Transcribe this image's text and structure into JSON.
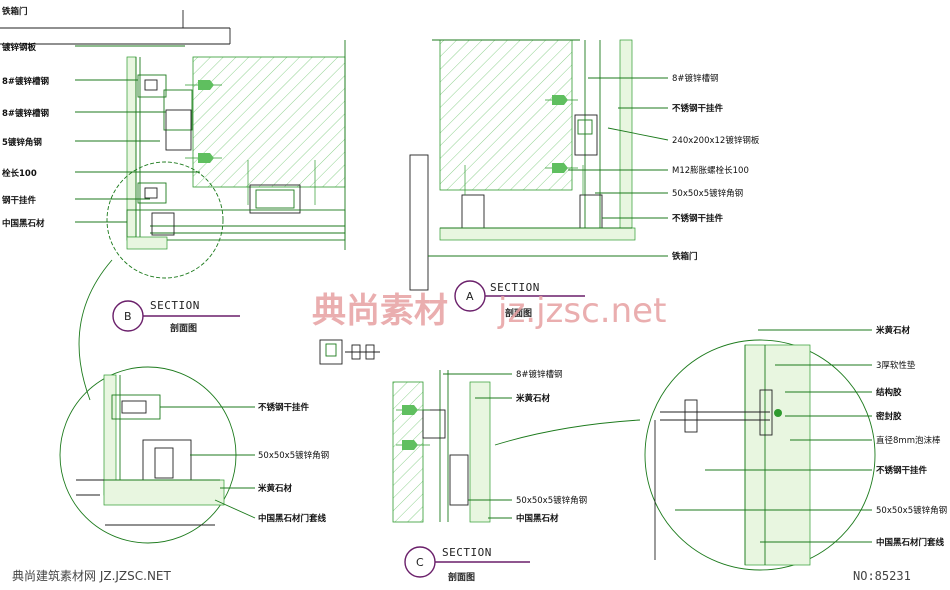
{
  "colors": {
    "line_green": "#1c7a1c",
    "hatch_green": "#2e9a2e",
    "badge_purple": "#6a1f6a",
    "watermark_pink": "#e7a0a2"
  },
  "detail_b": {
    "labels": [
      "铁箱门",
      "镀锌钢板",
      "8#镀锌槽钢",
      "8#镀锌槽钢",
      "5镀锌角钢",
      "栓长100",
      "钢干挂件",
      "中国黑石材"
    ],
    "section_letter": "B",
    "section_word": "SECTION",
    "section_sub": "剖面图",
    "zoom_labels": [
      "不锈钢干挂件",
      "50x50x5镀锌角钢",
      "米黄石材",
      "中国黑石材门套线"
    ]
  },
  "detail_a": {
    "labels": [
      "8#镀锌槽钢",
      "不锈钢干挂件",
      "240x200x12镀锌钢板",
      "M12膨胀螺栓长100",
      "50x50x5镀锌角钢",
      "不锈钢干挂件",
      "铁箱门"
    ],
    "section_letter": "A",
    "section_word": "SECTION",
    "section_sub": "剖面图"
  },
  "detail_c": {
    "labels": [
      "8#镀锌槽钢",
      "米黄石材",
      "50x50x5镀锌角钢",
      "中国黑石材"
    ],
    "section_letter": "C",
    "section_word": "SECTION",
    "section_sub": "剖面图",
    "zoom_labels": [
      "米黄石材",
      "3厚软性垫",
      "结构胶",
      "密封胶",
      "直径8mm泡沫棒",
      "不锈钢干挂件",
      "50x50x5镀锌角钢",
      "中国黑石材门套线"
    ]
  },
  "watermark": {
    "cn": "典尚素材",
    "url": "jz.jzsc.net"
  },
  "footer": {
    "left": "典尚建筑素材网 JZ.JZSC.NET",
    "right": "NO:85231"
  }
}
